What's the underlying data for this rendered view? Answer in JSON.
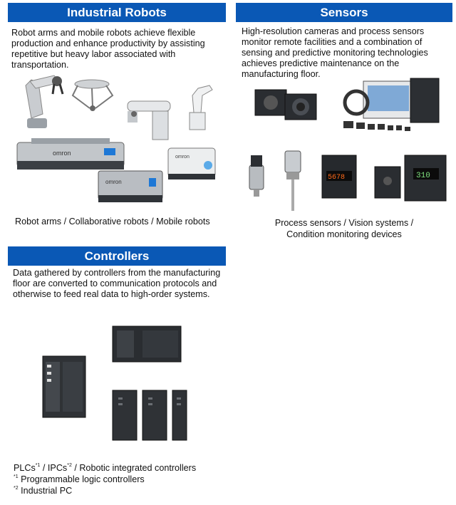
{
  "robots": {
    "title": "Industrial Robots",
    "desc": "Robot arms and mobile robots achieve flexible production and enhance productivity by assisting repetitive but heavy labor associated with transportation.",
    "caption": "Robot arms / Collaborative robots / Mobile robots",
    "brand": "omron"
  },
  "sensors": {
    "title": "Sensors",
    "desc": "High-resolution cameras and process sensors monitor remote facilities and a combination of sensing and predictive monitoring technologies achieves predictive maintenance on the manufacturing floor.",
    "caption_line1": "Process sensors / Vision systems /",
    "caption_line2": "Condition monitoring devices",
    "display1": "5678",
    "display2": "310"
  },
  "controllers": {
    "title": "Controllers",
    "desc": "Data gathered by controllers from the manufacturing floor are converted to communication protocols and otherwise to feed real data to high-order systems.",
    "caption_plc": "PLCs",
    "sup1": "*1",
    "caption_ipc": " / IPCs",
    "sup2": "*2",
    "caption_rest": " / Robotic integrated controllers",
    "note1_mark": "*1",
    "note1_text": " Programmable logic controllers",
    "note2_mark": "*2",
    "note2_text": " Industrial PC"
  },
  "colors": {
    "header_bg": "#0a58b5",
    "header_text": "#ffffff"
  }
}
